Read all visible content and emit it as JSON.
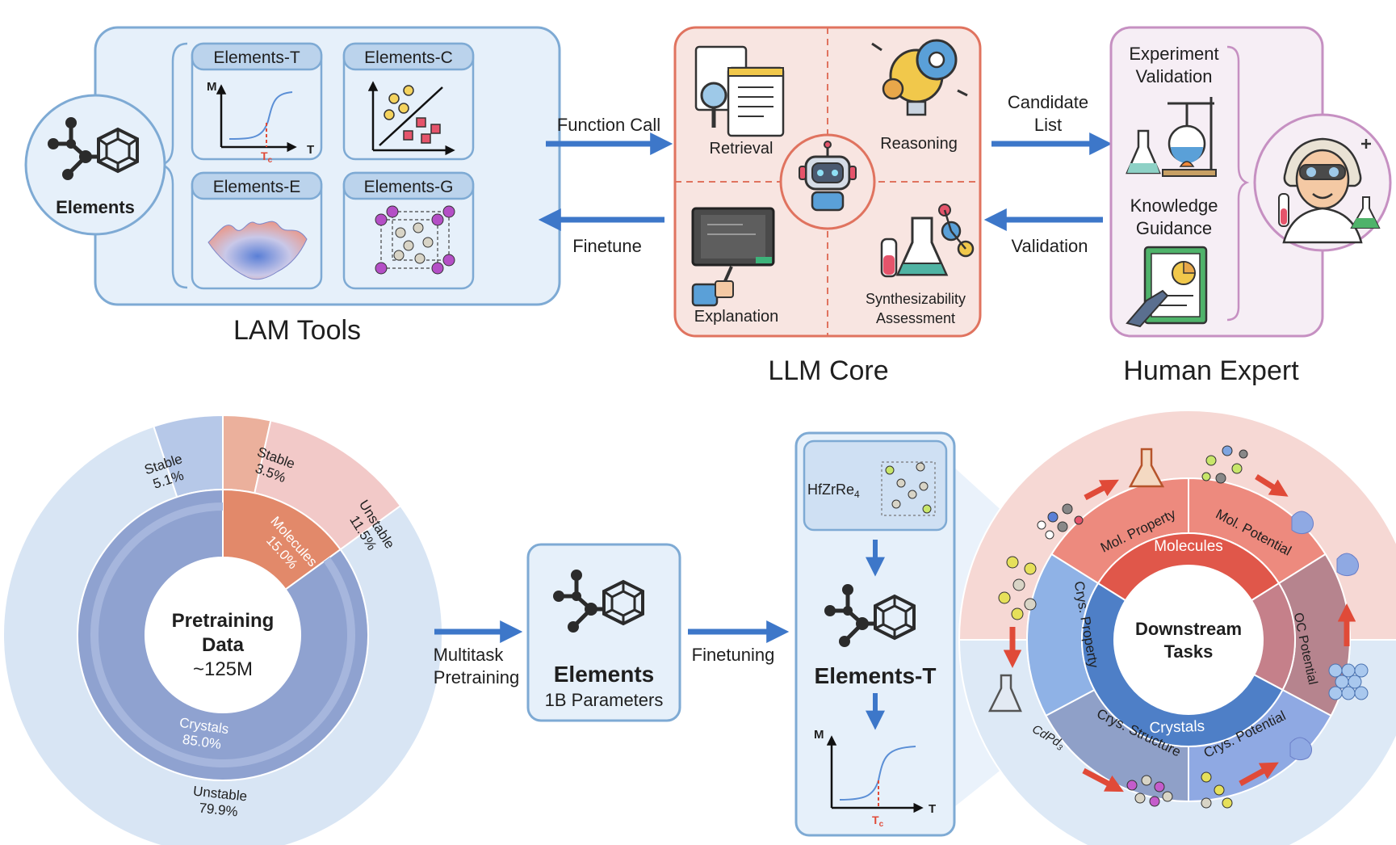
{
  "top": {
    "lam": {
      "hub_label": "Elements",
      "tools": [
        "Elements-T",
        "Elements-C",
        "Elements-E",
        "Elements-G"
      ],
      "plot_axes": {
        "y": "M",
        "x": "T",
        "tc": "T",
        "tc_sub": "c"
      },
      "caption": "LAM Tools"
    },
    "links_left": {
      "forward": "Function Call",
      "backward": "Finetune"
    },
    "llm": {
      "retrieval": "Retrieval",
      "reasoning": "Reasoning",
      "explanation": "Explanation",
      "synth_line1": "Synthesizability",
      "synth_line2": "Assessment",
      "caption": "LLM Core"
    },
    "links_right": {
      "forward_line1": "Candidate",
      "forward_line2": "List",
      "backward": "Validation"
    },
    "human": {
      "exp_line1": "Experiment",
      "exp_line2": "Validation",
      "know_line1": "Knowledge",
      "know_line2": "Guidance",
      "caption": "Human Expert"
    }
  },
  "bottom": {
    "donut": {
      "center_line1": "Pretraining",
      "center_line2": "Data",
      "center_line3": "~125M",
      "molecules": {
        "label": "Molecules",
        "pct": "15.0%",
        "value": 15.0
      },
      "crystals": {
        "label": "Crystals",
        "pct": "85.0%",
        "value": 85.0
      },
      "mol_stable": {
        "label": "Stable",
        "pct": "3.5%",
        "value": 3.5
      },
      "mol_unstable": {
        "label": "Unstable",
        "pct": "11.5%",
        "value": 11.5
      },
      "crys_stable": {
        "label": "Stable",
        "pct": "5.1%",
        "value": 5.1
      },
      "crys_unstable": {
        "label": "Unstable",
        "pct": "79.9%",
        "value": 79.9
      },
      "colors": {
        "molecules": "#E2896A",
        "mol_outer": "#EBB09C",
        "mol_unstable": "#F2C9C8",
        "crystals": "#8FA2D0",
        "crys_outer": "#B6C8E8",
        "crys_unstable": "#D8E5F4"
      }
    },
    "pretrain_label_line1": "Multitask",
    "pretrain_label_line2": "Pretraining",
    "model": {
      "name": "Elements",
      "params": "1B Parameters"
    },
    "finetune_label": "Finetuning",
    "finetuned": {
      "input_formula": "HfZrRe",
      "input_sub": "4",
      "name": "Elements-T"
    },
    "tasks": {
      "center_line1": "Downstream",
      "center_line2": "Tasks",
      "molecules": "Molecules",
      "crystals": "Crystals",
      "mol_property": "Mol. Property",
      "mol_potential": "Mol. Potential",
      "oc_potential": "OC Potential",
      "crys_property": "Crys. Property",
      "crys_structure": "Crys. Structure",
      "crys_potential": "Crys. Potential",
      "example_formula": "CdPd",
      "example_sub": "3"
    }
  },
  "colors": {
    "blue_arrow": "#3D77C9",
    "lam_fill": "#E6F0FA",
    "lam_stroke": "#7EAAD4",
    "llm_fill": "#F8E5E1",
    "llm_stroke": "#E0735F",
    "human_fill": "#F6EEF5",
    "human_stroke": "#C690C2",
    "red": "#E04A38"
  }
}
